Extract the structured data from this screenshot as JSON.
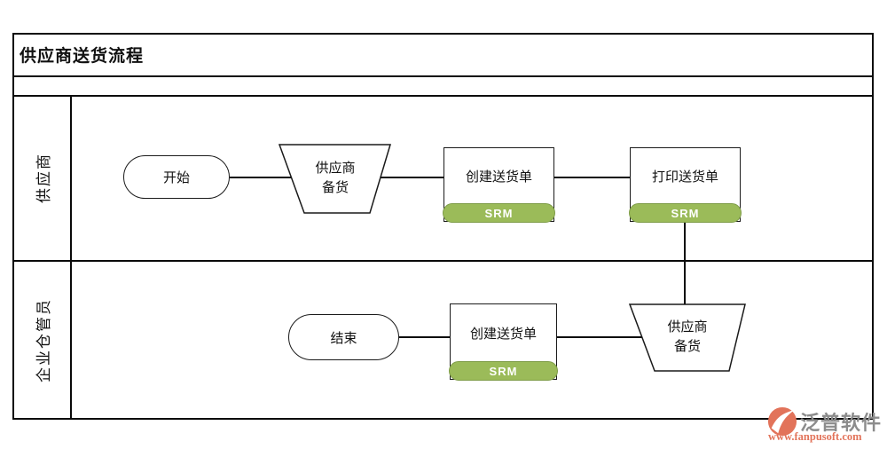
{
  "diagram": {
    "title": "供应商送货流程",
    "lanes": {
      "supplier": {
        "label": "供应商",
        "start": "开始",
        "prep": {
          "line1": "供应商",
          "line2": "备货"
        },
        "create_delivery_note": "创建送货单",
        "create_badge": "SRM",
        "print_delivery_note": "打印送货单",
        "print_badge": "SRM"
      },
      "warehouse": {
        "label": "企业仓管员",
        "end": "结束",
        "create_delivery_note": "创建送货单",
        "create_badge": "SRM",
        "prep": {
          "line1": "供应商",
          "line2": "备货"
        }
      }
    }
  },
  "colors": {
    "badge_fill": "#9bbb59",
    "badge_border": "#7e9c48",
    "line_color": "#0a0a0a",
    "watermark_accent": "#e2735a",
    "watermark_brand": "#8c8c8c"
  },
  "watermark": {
    "brand": "泛普软件",
    "url": "www.fanpusoft.com"
  }
}
